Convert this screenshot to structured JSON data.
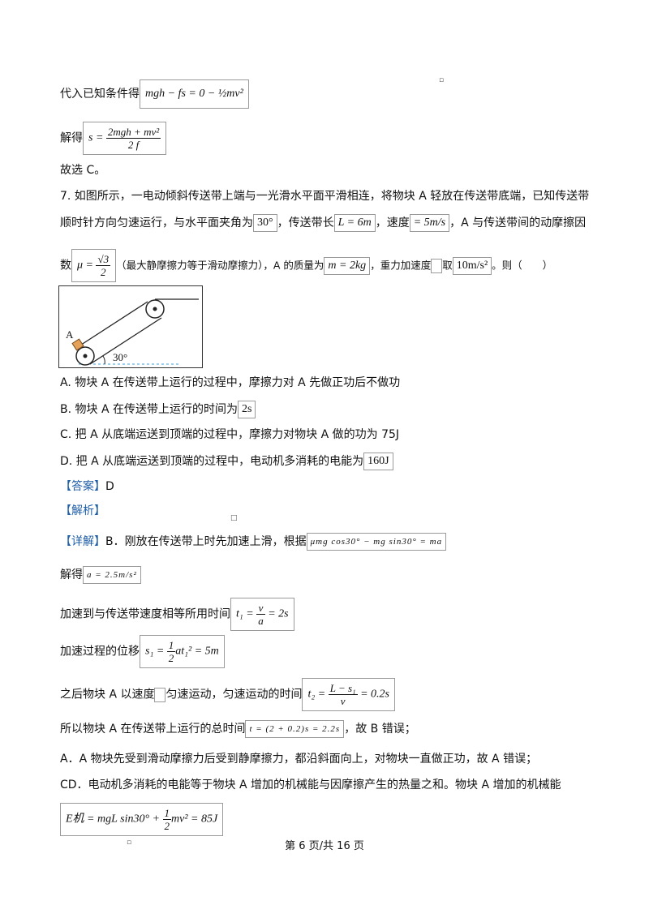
{
  "l1": {
    "text": "代入已知条件得",
    "eq": "mgh − fs = 0 − ½mv²"
  },
  "l2": {
    "text": "解得",
    "eq_lhs": "s =",
    "eq_num": "2mgh + mv²",
    "eq_den": "2 f"
  },
  "l3": {
    "text": "故选 C。"
  },
  "q7": {
    "line1": "7. 如图所示，一电动倾斜传送带上端与一光滑水平面平滑相连，将物块 A 轻放在传送带底端，已知传送带",
    "line2_a": "顺时针方向匀速运行，与水平面夹角为",
    "angle": "30°",
    "line2_b": "，传送带长",
    "length": "L = 6m",
    "line2_c": "，速度",
    "speed": "= 5m/s",
    "line2_d": "，A 与传送带间的动摩擦因",
    "line3_a": "数",
    "mu_lhs": "μ =",
    "mu_num": "√3",
    "mu_den": "2",
    "line3_b": "（最大静摩擦力等于滑动摩擦力），A 的质量为",
    "mass": "m = 2kg",
    "line3_c": "，重力加速度",
    "line3_d": "取",
    "g": "10m/s²",
    "line3_e": "。则（　　）"
  },
  "figure": {
    "label_a": "A",
    "angle_label": "30°"
  },
  "options": [
    {
      "text": "A. 物块 A 在传送带上运行的过程中，摩擦力对 A 先做正功后不做功",
      "box": ""
    },
    {
      "text": "B. 物块 A 在传送带上运行的时间为",
      "box": "2s"
    },
    {
      "text": "C. 把 A 从底端运送到顶端的过程中，摩擦力对物块 A 做的功为 75J",
      "box": ""
    },
    {
      "text": "D. 把 A 从底端运送到顶端的过程中，电动机多消耗的电能为",
      "box": "160J"
    }
  ],
  "answer": {
    "tag": "【答案】",
    "value": "D"
  },
  "analysis": {
    "tag": "【解析】"
  },
  "detail": {
    "tag": "【详解】",
    "line1": "B．刚放在传送带上时先加速上滑，根据",
    "eq1": "μmg cos30° − mg sin30° = ma",
    "line2": "解得",
    "eq2": "a = 2.5m/s²",
    "line3": "加速到与传送带速度相等所用时间",
    "eq3_lhs": "t₁ =",
    "eq3_num": "v",
    "eq3_den": "a",
    "eq3_rhs": "= 2s",
    "line4": "加速过程的位移",
    "eq4_lhs": "s₁ =",
    "eq4_num": "1",
    "eq4_den": "2",
    "eq4_rhs": "at₁² = 5m",
    "line5_a": "之后物块 A 以速度",
    "line5_b": "匀速运动，匀速运动的时间",
    "eq5_lhs": "t₂ =",
    "eq5_num": "L − s₁",
    "eq5_den": "v",
    "eq5_rhs": "= 0.2s",
    "line6_a": "所以物块 A 在传送带上运行的总时间",
    "eq6": "t = (2 + 0.2)s = 2.2s",
    "line6_b": "，故 B 错误；",
    "line7": "A．A 物块先受到滑动摩擦力后受到静摩擦力，都沿斜面向上，对物块一直做正功，故 A 错误；",
    "line8": "CD．电动机多消耗的电能等于物块 A 增加的机械能与因摩擦产生的热量之和。物块 A 增加的机械能",
    "eq9_lhs": "E机 = mgL sin30° +",
    "eq9_num": "1",
    "eq9_den": "2",
    "eq9_rhs": "mv² = 85J"
  },
  "footer": "第 6 页/共 16 页"
}
